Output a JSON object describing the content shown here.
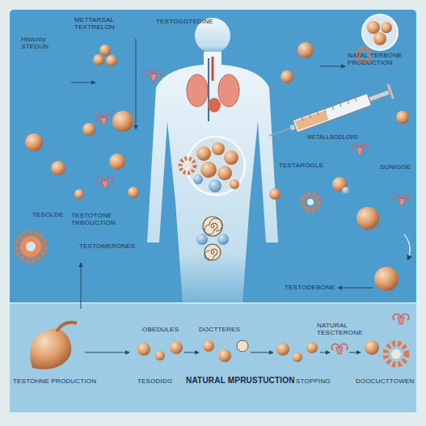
{
  "diagram": {
    "labels": [
      "Histurby STEDUN",
      "METTARSAL TEXTRELON",
      "TESTOGGTEDINE",
      "NATAL TERBONE PRODUCTION",
      "METALLBODLORE",
      "TESTAROGLE",
      "SUNIGGE",
      "TESOLDE",
      "TESTOTONE TRBOUCTION",
      "TESTOMERONES",
      "TESTODEBONE",
      "OBEDULES",
      "DOCTTERES",
      "NATURAL TESCTERONE",
      "TESTOHNE PRODUCTION",
      "TESODIDG",
      "NATURAL MPRUSTUCTION",
      "STOPPING",
      "DOOCUCTTOWEN"
    ]
  }
}
